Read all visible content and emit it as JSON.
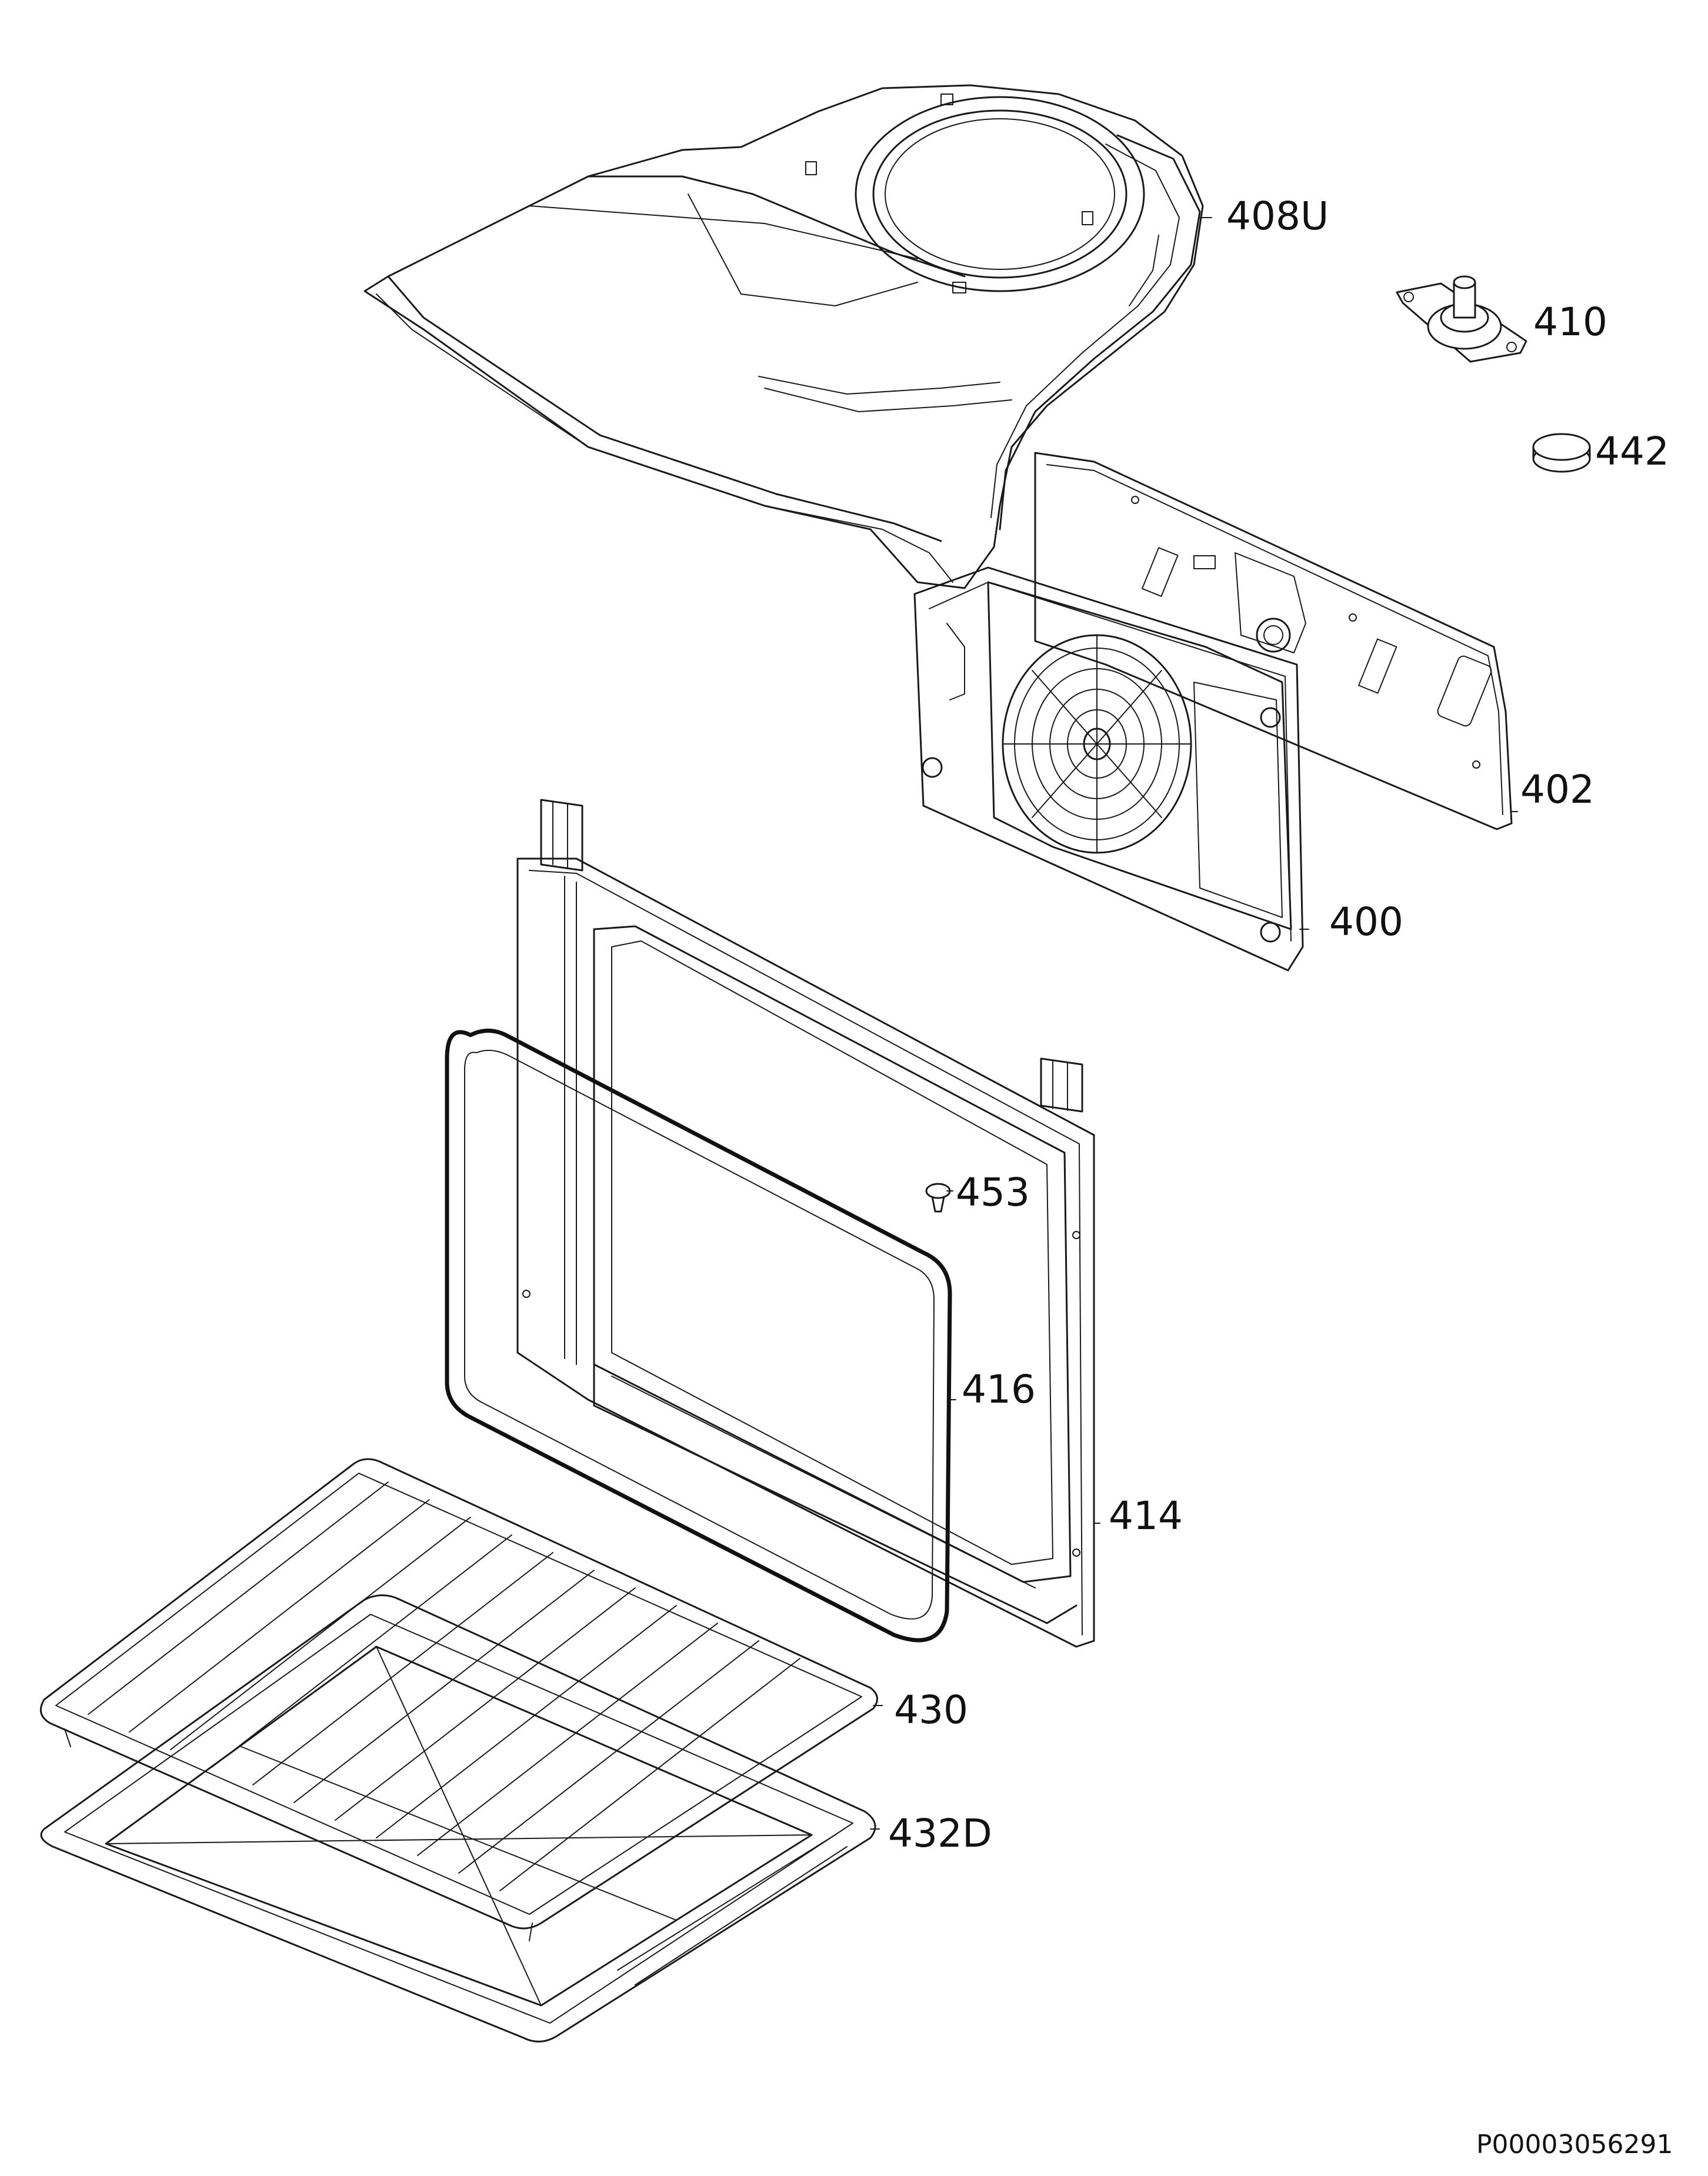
{
  "diagram": {
    "labels": {
      "p408U": "408U",
      "p410": "410",
      "p442": "442",
      "p402": "402",
      "p400": "400",
      "p453": "453",
      "p416": "416",
      "p414": "414",
      "p430": "430",
      "p432D": "432D"
    },
    "reference_code": "P00003056291"
  }
}
